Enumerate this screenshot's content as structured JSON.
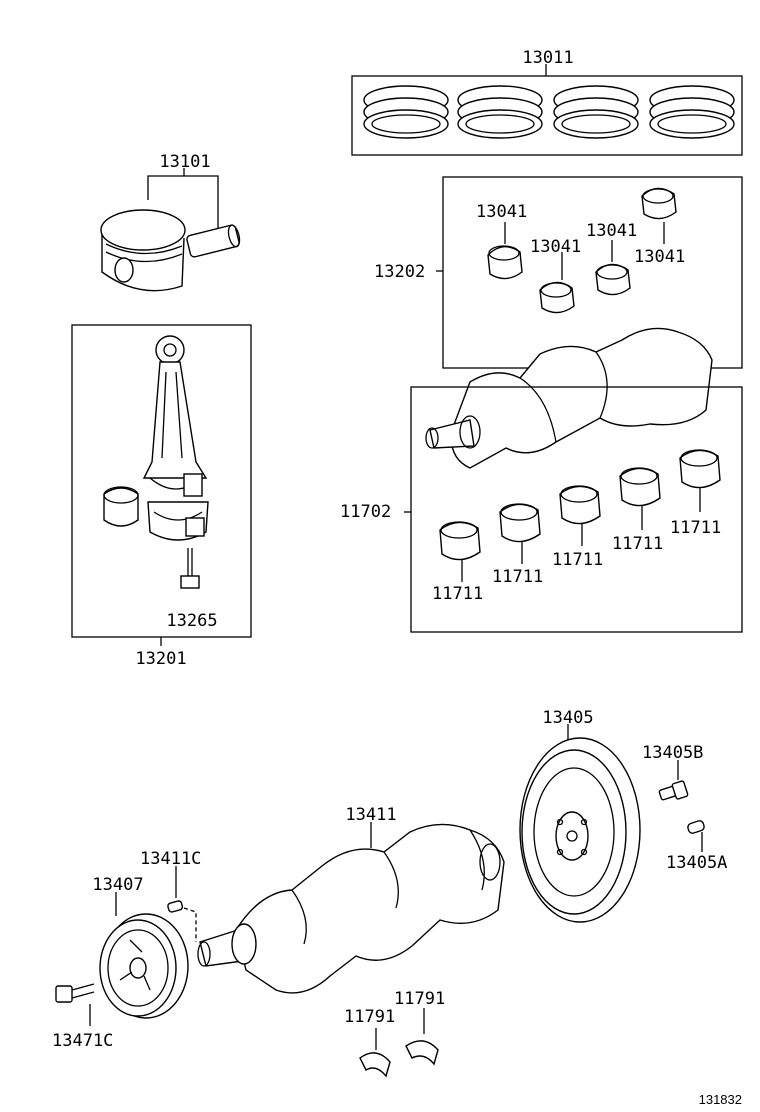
{
  "labels": {
    "rings": "13011",
    "piston": "13101",
    "rod_bearing_set": "13202",
    "rod_bearing_1": "13041",
    "rod_bearing_2": "13041",
    "rod_bearing_3": "13041",
    "rod_bearing_4": "13041",
    "conrod": "13201",
    "conrod_bolt": "13265",
    "main_bearing_set": "11702",
    "main_bearing_1": "11711",
    "main_bearing_2": "11711",
    "main_bearing_3": "11711",
    "main_bearing_4": "11711",
    "main_bearing_5": "11711",
    "flywheel": "13405",
    "flywheel_bolt": "13405B",
    "flywheel_pin": "13405A",
    "crankshaft": "13411",
    "crank_pin": "13411C",
    "pulley": "13407",
    "pulley_bolt": "13471C",
    "thrust_washer_1": "11791",
    "thrust_washer_2": "11791",
    "diagram_code": "131832"
  }
}
